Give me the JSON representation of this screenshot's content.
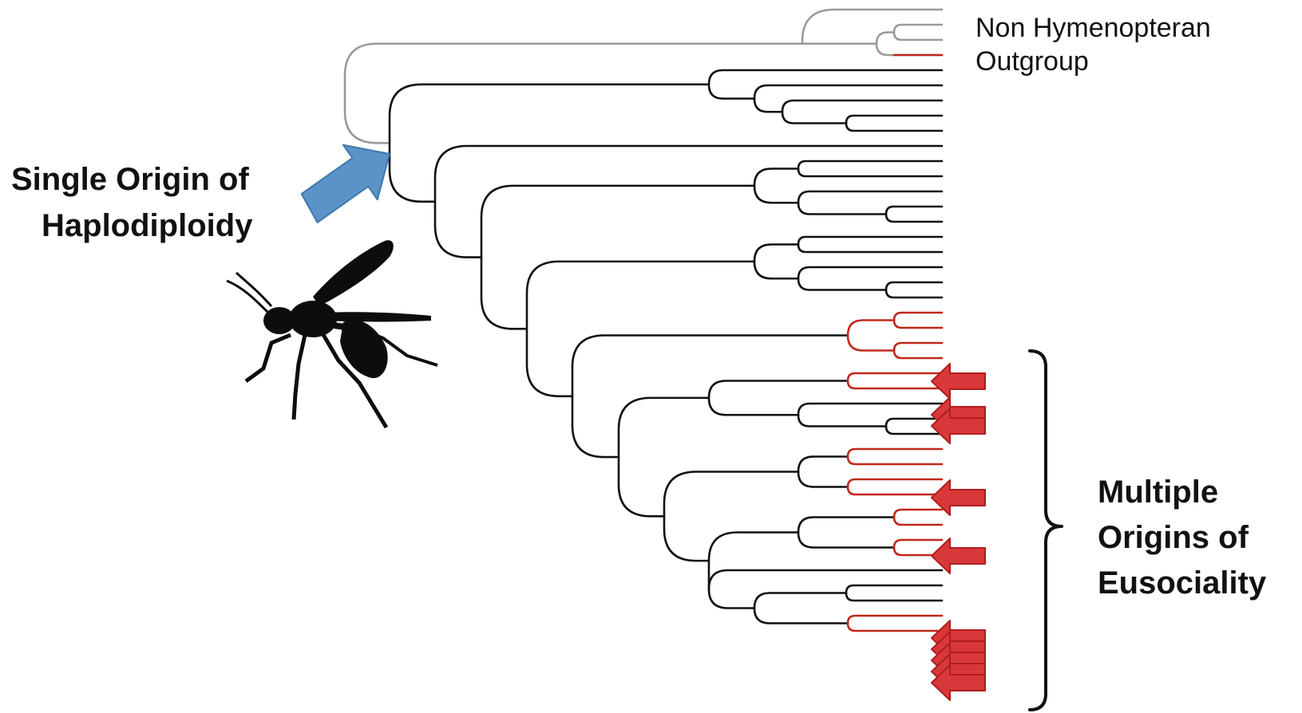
{
  "outgroup_label": {
    "line1": "Non Hymenopteran",
    "line2": "Outgroup"
  },
  "haplodiploidy_label": {
    "line1": "Single Origin of",
    "line2": "Haplodiploidy"
  },
  "eusociality_label": {
    "line1": "Multiple",
    "line2": "Origins of",
    "line3": "Eusociality"
  },
  "colors": {
    "outgroup_branch": "#9a9a9a",
    "hymenoptera_branch": "#111111",
    "eusocial_branch": "#c0281c",
    "eusocial_arrow_fill": "#d9383a",
    "eusocial_arrow_stroke": "#b01e1e",
    "haplodiploidy_arrow_fill": "#5b93c8",
    "haplodiploidy_arrow_stroke": "#3f77ad",
    "insect_silhouette": "#0d0d0d"
  },
  "icons": {
    "insect": "wasp-silhouette-icon",
    "haplodiploidy_pointer": "blue-arrow-icon",
    "eusociality_pointer": "red-arrow-icon",
    "clade_bracket": "curly-brace-icon"
  }
}
